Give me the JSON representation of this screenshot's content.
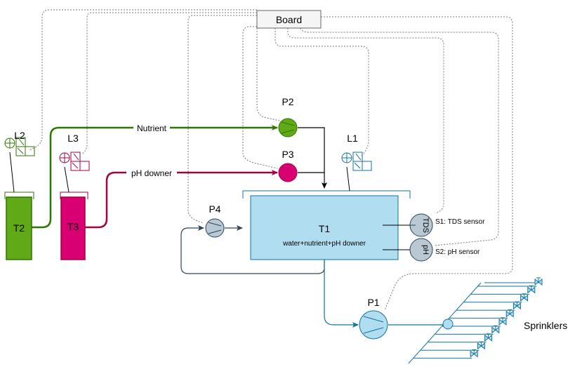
{
  "board": {
    "label": "Board"
  },
  "tanks": {
    "t1": {
      "label": "T1",
      "sublabel": "water+nutrient+pH downer",
      "fill": "#b1ddf0",
      "stroke": "#10739e"
    },
    "t2": {
      "label": "T2",
      "fill": "#60a917",
      "stroke": "#2d7600"
    },
    "t3": {
      "label": "T3",
      "fill": "#d80073",
      "stroke": "#a50040"
    }
  },
  "pumps": {
    "p1": {
      "label": "P1"
    },
    "p2": {
      "label": "P2"
    },
    "p3": {
      "label": "P3"
    },
    "p4": {
      "label": "P4"
    }
  },
  "level_sensors": {
    "l1": {
      "label": "L1"
    },
    "l2": {
      "label": "L2"
    },
    "l3": {
      "label": "L3"
    }
  },
  "sensors": {
    "s1": {
      "label": "S1: TDS sensor",
      "glyph": "TDS"
    },
    "s2": {
      "label": "S2: pH sensor",
      "glyph": "pH"
    }
  },
  "flows": {
    "nutrient": {
      "label": "Nutrient",
      "color": "#2d7600"
    },
    "ph_downer": {
      "label": "pH downer",
      "color": "#a50040"
    }
  },
  "sprinklers": {
    "label": "Sprinklers",
    "color": "#10739e"
  }
}
